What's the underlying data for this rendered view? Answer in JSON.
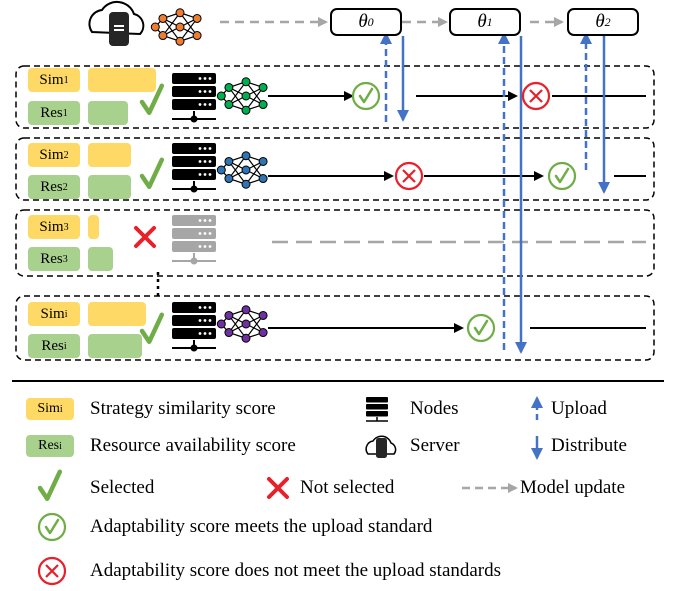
{
  "thetas": [
    {
      "base": "θ",
      "sub": "0"
    },
    {
      "base": "θ",
      "sub": "1"
    },
    {
      "base": "θ",
      "sub": "2"
    }
  ],
  "rows": [
    {
      "sim_base": "Sim",
      "sim_sub": "1",
      "res_base": "Res",
      "res_sub": "1",
      "selected": true,
      "sim_level": 0.95,
      "res_level": 0.55
    },
    {
      "sim_base": "Sim",
      "sim_sub": "2",
      "res_base": "Res",
      "res_sub": "2",
      "selected": true,
      "sim_level": 0.6,
      "res_level": 0.6
    },
    {
      "sim_base": "Sim",
      "sim_sub": "3",
      "res_base": "Res",
      "res_sub": "3",
      "selected": false,
      "sim_level": 0.15,
      "res_level": 0.35
    },
    {
      "sim_base": "Sim",
      "sim_sub": "i",
      "res_base": "Res",
      "res_sub": "i",
      "selected": true,
      "sim_level": 0.8,
      "res_level": 0.75
    }
  ],
  "legend": {
    "sim_pill_base": "Sim",
    "sim_pill_sub": "i",
    "res_pill_base": "Res",
    "res_pill_sub": "i",
    "sim_text": "Strategy similarity score",
    "res_text": "Resource availability score",
    "nodes_text": "Nodes",
    "server_text": "Server",
    "upload_text": "Upload",
    "distribute_text": "Distribute",
    "selected_text": "Selected",
    "not_selected_text": "Not selected",
    "model_update_text": "Model update",
    "meets_text": "Adaptability score meets the upload standard",
    "fails_text": "Adaptability score does not meet the upload standards"
  },
  "colors": {
    "sim": "#ffd966",
    "res": "#a9d18e",
    "check": "#70ad47",
    "cross": "#e8202a",
    "arrow_blue": "#4472c4",
    "gray": "#a6a6a6",
    "net_orange": "#ed7d31",
    "net_green": "#00b050",
    "net_blue": "#2e75b6",
    "net_purple": "#7030a0"
  }
}
